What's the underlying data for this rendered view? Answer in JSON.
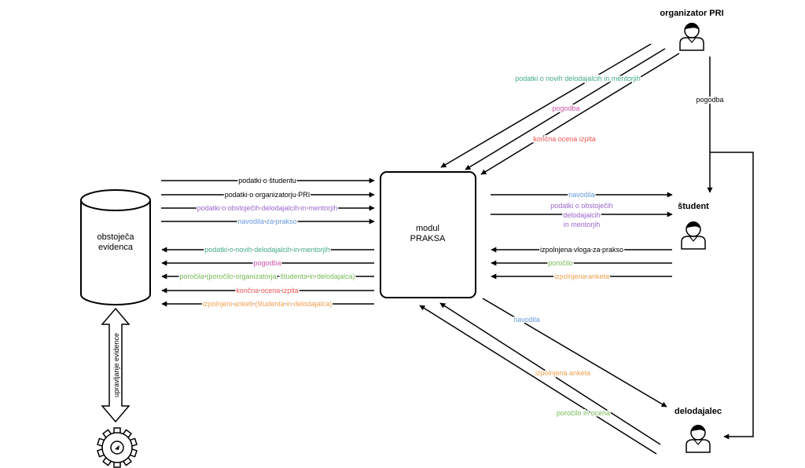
{
  "nodes": {
    "db": {
      "line1": "obstoječa",
      "line2": "evidenca"
    },
    "module": {
      "line1": "modul",
      "line2": "PRAKSA"
    },
    "actor_org": {
      "label": "organizator PRI"
    },
    "actor_student": {
      "label": "študent"
    },
    "actor_employer": {
      "label": "delodajalec"
    },
    "manage_label": "upravljanje evidence"
  },
  "flows_to_module": [
    {
      "text": "podatki o študentu",
      "color": "#000000"
    },
    {
      "text": "podatki o organizatorju PRI",
      "color": "#000000"
    },
    {
      "text": "podatki o obstoječih delodajalcih in mentorjih",
      "color": "#9966cc"
    },
    {
      "text": "navodila za prakso",
      "color": "#6699dd"
    }
  ],
  "flows_to_db": [
    {
      "text": "podatki o novih delodajalcih in mentorjih",
      "color": "#44aa88"
    },
    {
      "text": "pogodba",
      "color": "#cc55aa"
    },
    {
      "text": "poročila (poročilo organizatorja, študenta in delodajalca)",
      "color": "#77bb55"
    },
    {
      "text": "končna ocena izpita",
      "color": "#ee5555"
    },
    {
      "text": "izpolnjeni anketi (študenta in delodajalca)",
      "color": "#f0a050"
    }
  ],
  "org_to_module": [
    {
      "text": "podatki o novih delodajalcih in mentorjih",
      "color": "#44aa88"
    },
    {
      "text": "pogodba",
      "color": "#cc55aa"
    },
    {
      "text": "končna ocena izpita",
      "color": "#ee5555"
    }
  ],
  "org_contract": {
    "text": "pogodba",
    "color": "#000000"
  },
  "module_to_student": [
    {
      "text": "navodila",
      "color": "#6699dd"
    },
    {
      "lines": [
        "podatki o obstoječih",
        "delodajalcih",
        "in mentorjih"
      ],
      "color": "#9966cc"
    }
  ],
  "student_to_module": [
    {
      "text": "izpolnjena vloga za prakso",
      "color": "#000000"
    },
    {
      "text": "poročilo",
      "color": "#77bb55"
    },
    {
      "text": "izpolnjena anketa",
      "color": "#f0a050"
    }
  ],
  "module_employer": [
    {
      "text": "navodila",
      "color": "#6699dd"
    },
    {
      "text": "izpolnjena anketa",
      "color": "#f0a050"
    },
    {
      "text": "poročilo in ocena",
      "color": "#77bb55"
    }
  ],
  "icons": [
    "database-cylinder",
    "process-box",
    "person-icon",
    "gear-icon",
    "double-arrow"
  ]
}
